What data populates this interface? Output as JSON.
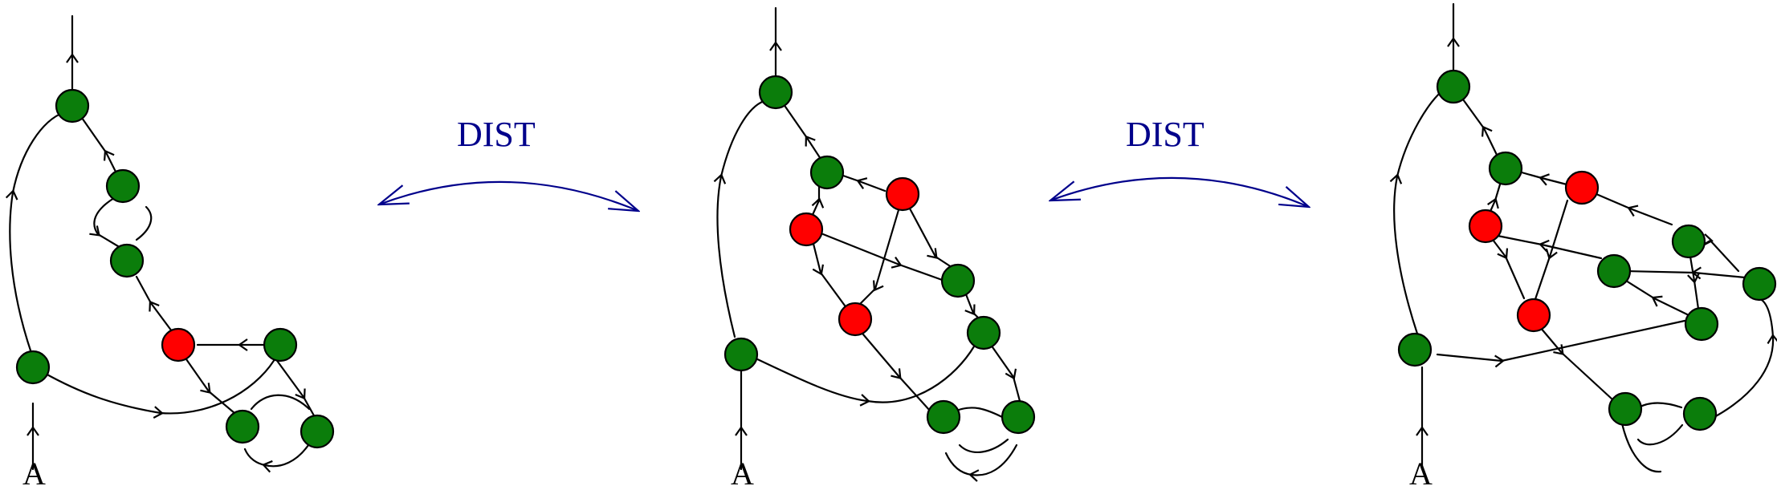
{
  "colors": {
    "green": "#0b7d0b",
    "red": "#ff0000",
    "relation": "#00008b",
    "line": "#000000"
  },
  "relations": [
    {
      "label": "DIST"
    },
    {
      "label": "DIST"
    }
  ],
  "graphs": [
    {
      "input_label": "A"
    },
    {
      "input_label": "A"
    },
    {
      "input_label": "A"
    }
  ]
}
